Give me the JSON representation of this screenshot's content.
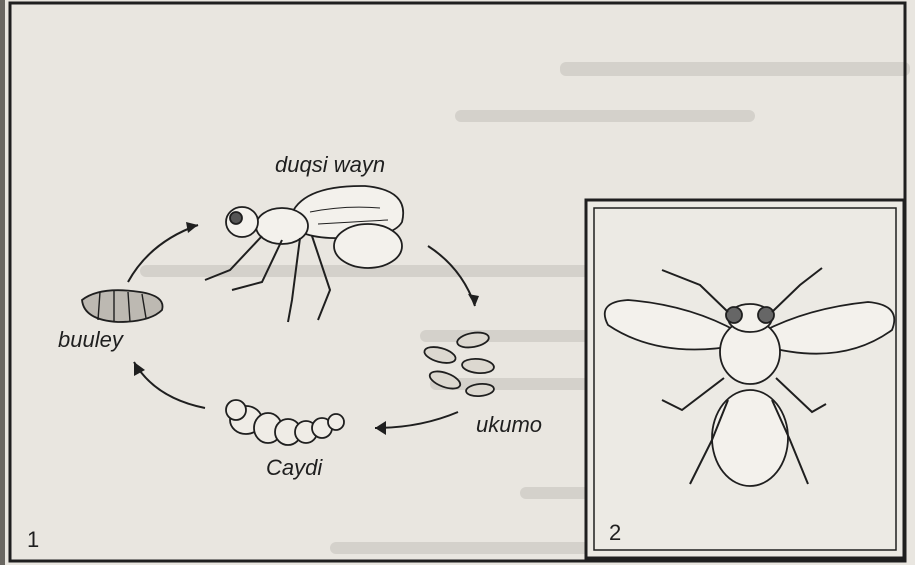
{
  "panel1": {
    "number": "1",
    "stages": {
      "adult": "duqsi wayn",
      "eggs": "ukumo",
      "larva": "Caydi",
      "pupa": "buuley"
    }
  },
  "panel2": {
    "number": "2"
  },
  "colors": {
    "paper": "#e9e6e0",
    "ink": "#1f1f1f",
    "bleed_text": "#b9b6b0"
  }
}
